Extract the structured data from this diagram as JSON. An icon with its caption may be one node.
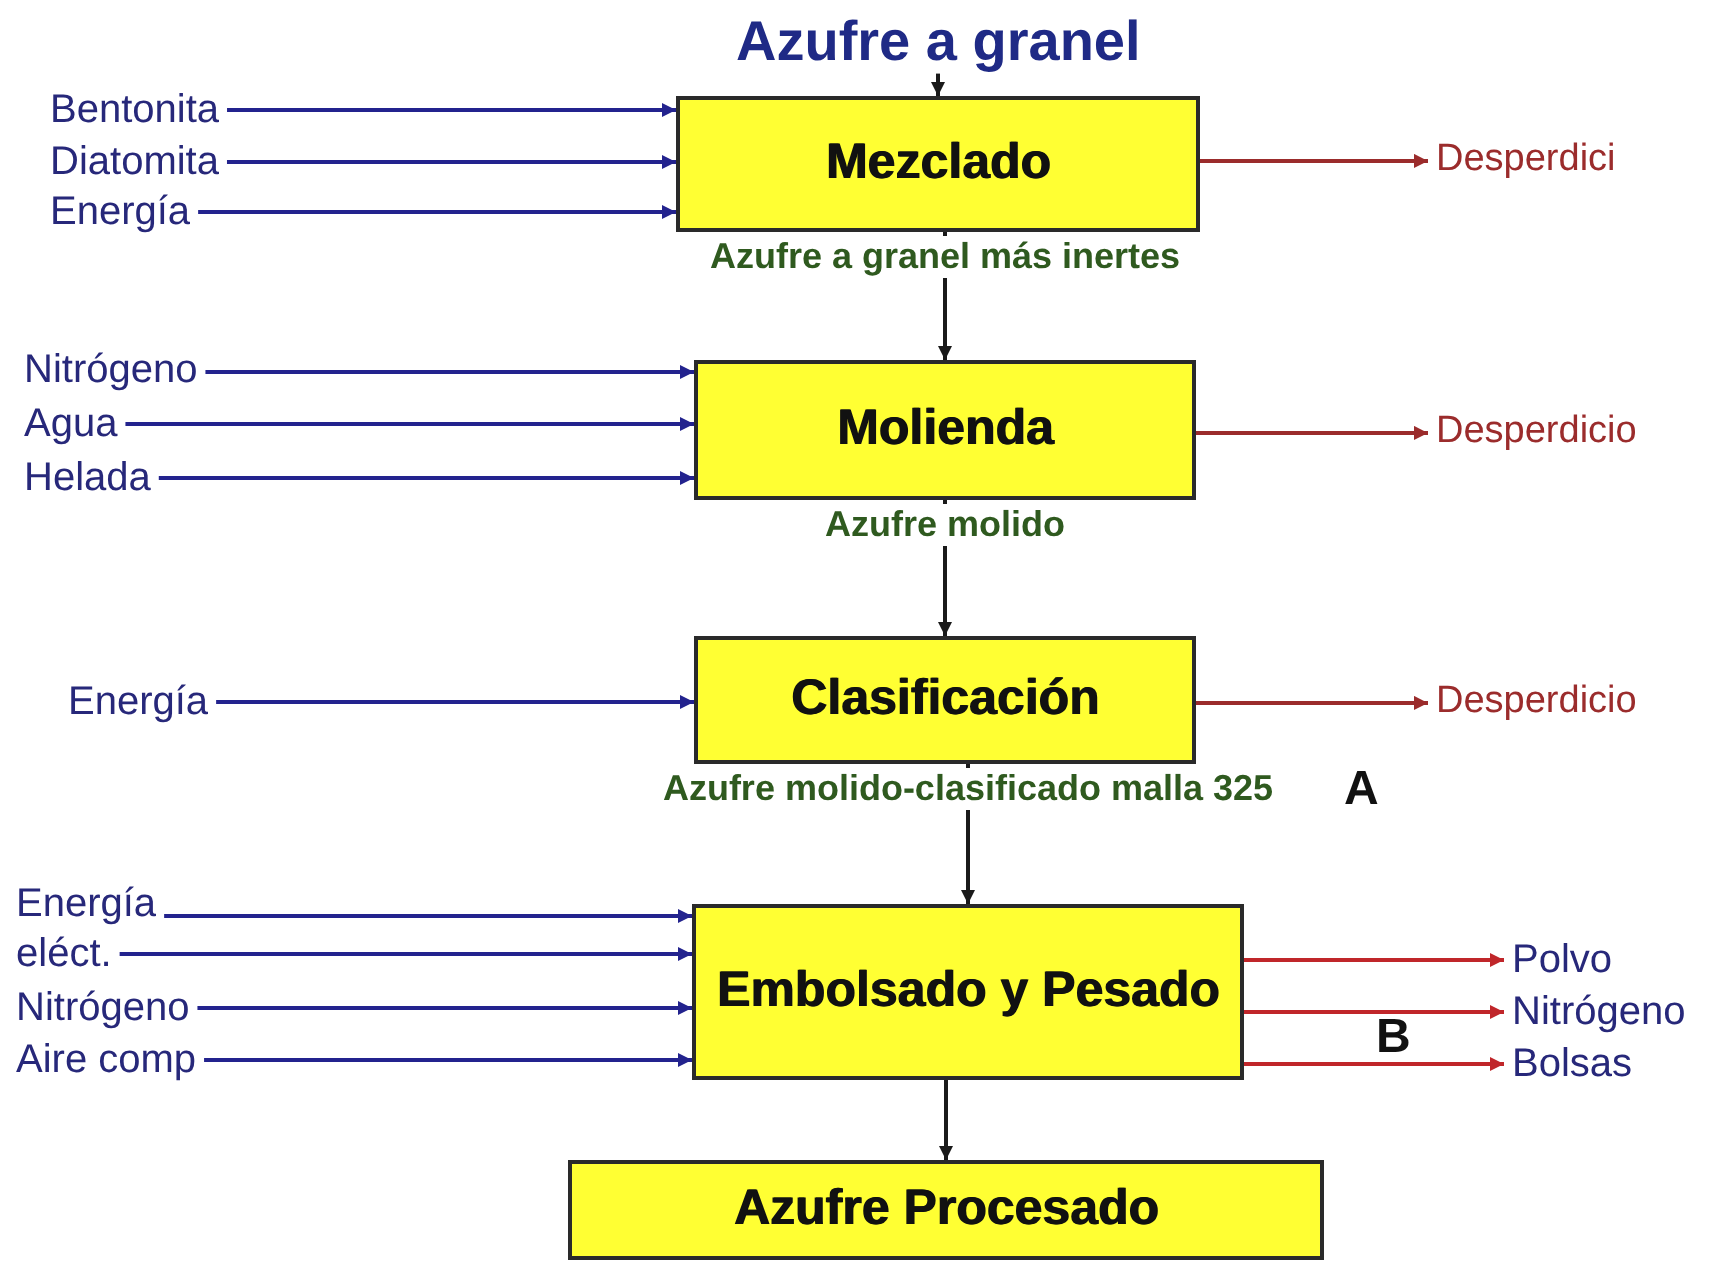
{
  "diagram": {
    "nodes": [
      {
        "text": [
          "Azufre a granel"
        ]
      },
      {
        "text": [
          "Mezclado"
        ]
      },
      {
        "text": [
          "Molienda"
        ]
      },
      {
        "text": [
          "Clasificación"
        ]
      },
      {
        "text": [
          "Embolsado y Pesado"
        ]
      },
      {
        "text": [
          "Azufre Procesado"
        ]
      },
      {
        "text": [
          "Bentonita"
        ]
      },
      {
        "text": [
          "Diatomita"
        ]
      },
      {
        "text": [
          "Energía"
        ]
      },
      {
        "text": [
          "Nitrógeno"
        ]
      },
      {
        "text": [
          "Agua"
        ]
      },
      {
        "text": [
          "Helada"
        ]
      },
      {
        "text": [
          "Energía"
        ]
      },
      {
        "text": [
          "Energía"
        ]
      },
      {
        "text": [
          "eléct."
        ]
      },
      {
        "text": [
          "Nitrógeno"
        ]
      },
      {
        "text": [
          "Aire comp"
        ]
      },
      {
        "text": [
          "Desperdici"
        ]
      },
      {
        "text": [
          "Desperdicio"
        ]
      },
      {
        "text": [
          "Desperdicio"
        ]
      },
      {
        "text": [
          "Polvo"
        ]
      },
      {
        "text": [
          "Nitrógeno"
        ]
      },
      {
        "text": [
          "Bolsas"
        ]
      }
    ],
    "edges": [
      {
        "from": 0,
        "to": 1,
        "arrow": "to",
        "color": "#1a1a1a"
      },
      {
        "from": 1,
        "to": 2,
        "arrow": "to",
        "label": "Azufre a granel más inertes",
        "color": "#1a1a1a"
      },
      {
        "from": 2,
        "to": 3,
        "arrow": "to",
        "label": "Azufre molido",
        "color": "#1a1a1a"
      },
      {
        "from": 3,
        "to": 4,
        "arrow": "to",
        "label": "Azufre molido-clasificado malla 325",
        "color": "#1a1a1a"
      },
      {
        "from": 4,
        "to": 5,
        "arrow": "to",
        "color": "#1a1a1a"
      },
      {
        "from": 6,
        "to": 1,
        "arrow": "to"
      },
      {
        "from": 7,
        "to": 1,
        "arrow": "to"
      },
      {
        "from": 8,
        "to": 1,
        "arrow": "to"
      },
      {
        "from": 9,
        "to": 2,
        "arrow": "to"
      },
      {
        "from": 10,
        "to": 2,
        "arrow": "to"
      },
      {
        "from": 11,
        "to": 2,
        "arrow": "to"
      },
      {
        "from": 12,
        "to": 3,
        "arrow": "to"
      },
      {
        "from": 13,
        "to": 4,
        "arrow": "to"
      },
      {
        "from": 14,
        "to": 4,
        "arrow": "to"
      },
      {
        "from": 15,
        "to": 4,
        "arrow": "to"
      },
      {
        "from": 16,
        "to": 4,
        "arrow": "to"
      },
      {
        "from": 1,
        "to": 17,
        "arrow": "to",
        "color": "#9b2c2c"
      },
      {
        "from": 2,
        "to": 18,
        "arrow": "to",
        "color": "#9b2c2c"
      },
      {
        "from": 3,
        "to": 19,
        "arrow": "to",
        "color": "#9b2c2c"
      },
      {
        "from": 4,
        "to": 20,
        "arrow": "to",
        "color": "#c0262a"
      },
      {
        "from": 4,
        "to": 21,
        "arrow": "to",
        "color": "#c0262a"
      },
      {
        "from": 4,
        "to": 22,
        "arrow": "to",
        "color": "#c0262a"
      }
    ],
    "labels": [
      "A",
      "B"
    ]
  }
}
